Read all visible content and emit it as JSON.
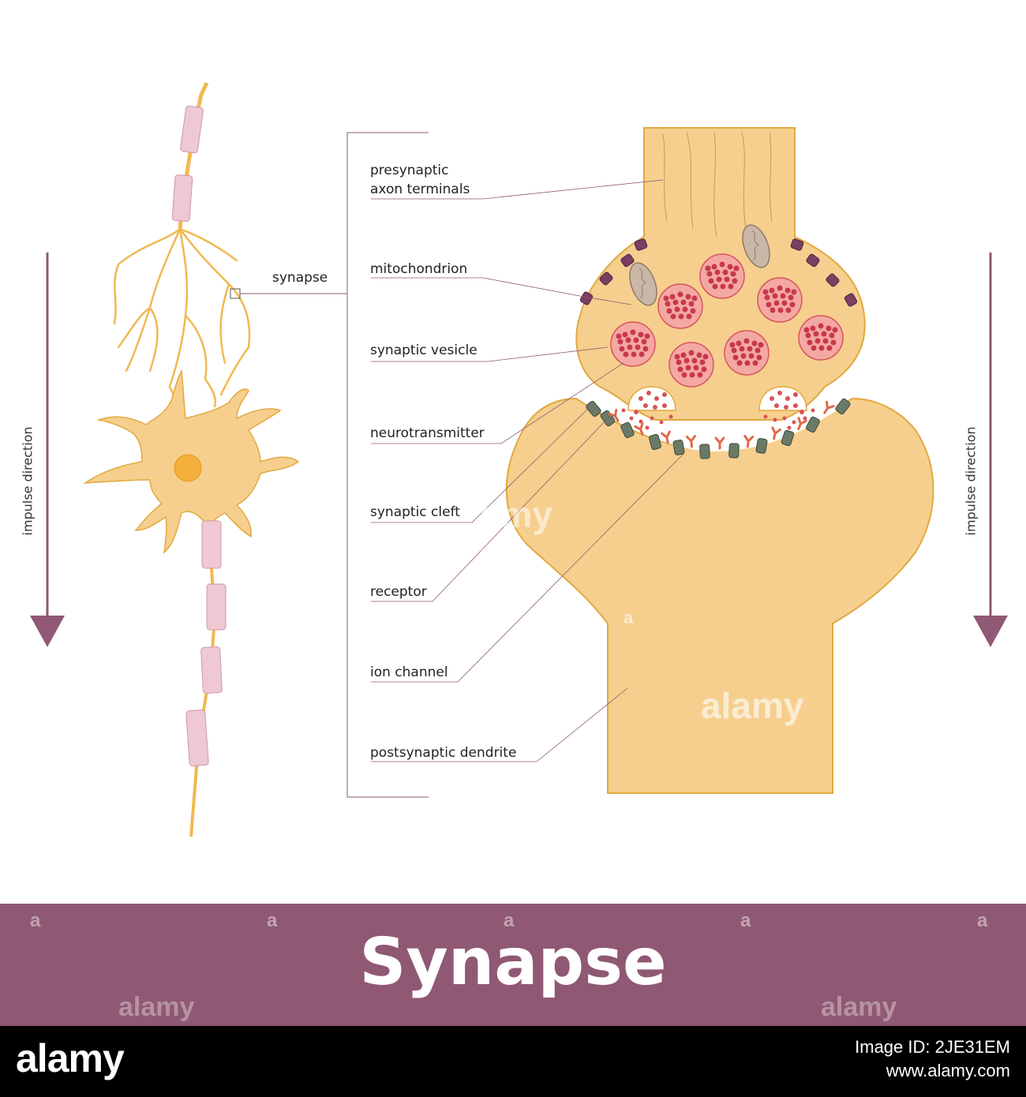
{
  "labels": {
    "synapse": "synapse",
    "presynaptic_line1": "presynaptic",
    "presynaptic_line2": "axon terminals",
    "mitochondrion": "mitochondrion",
    "synaptic_vesicle": "synaptic vesicle",
    "neurotransmitter": "neurotransmitter",
    "synaptic_cleft": "synaptic cleft",
    "receptor": "receptor",
    "ion_channel": "ion channel",
    "postsynaptic_dendrite": "postsynaptic dendrite",
    "impulse_left": "impulse direction",
    "impulse_right": "impulse direction"
  },
  "banner": {
    "title": "Synapse",
    "watermark": "alamy"
  },
  "footer": {
    "brand": "alamy",
    "image_id": "Image ID: 2JE31EM",
    "site": "www.alamy.com"
  },
  "colors": {
    "cell_fill": "#f6cf8e",
    "cell_stroke": "#e1a93f",
    "myelin": "#eec8d2",
    "vesicle": "#d8545a",
    "accent": "#8f5873",
    "arrow": "#8f5873"
  }
}
